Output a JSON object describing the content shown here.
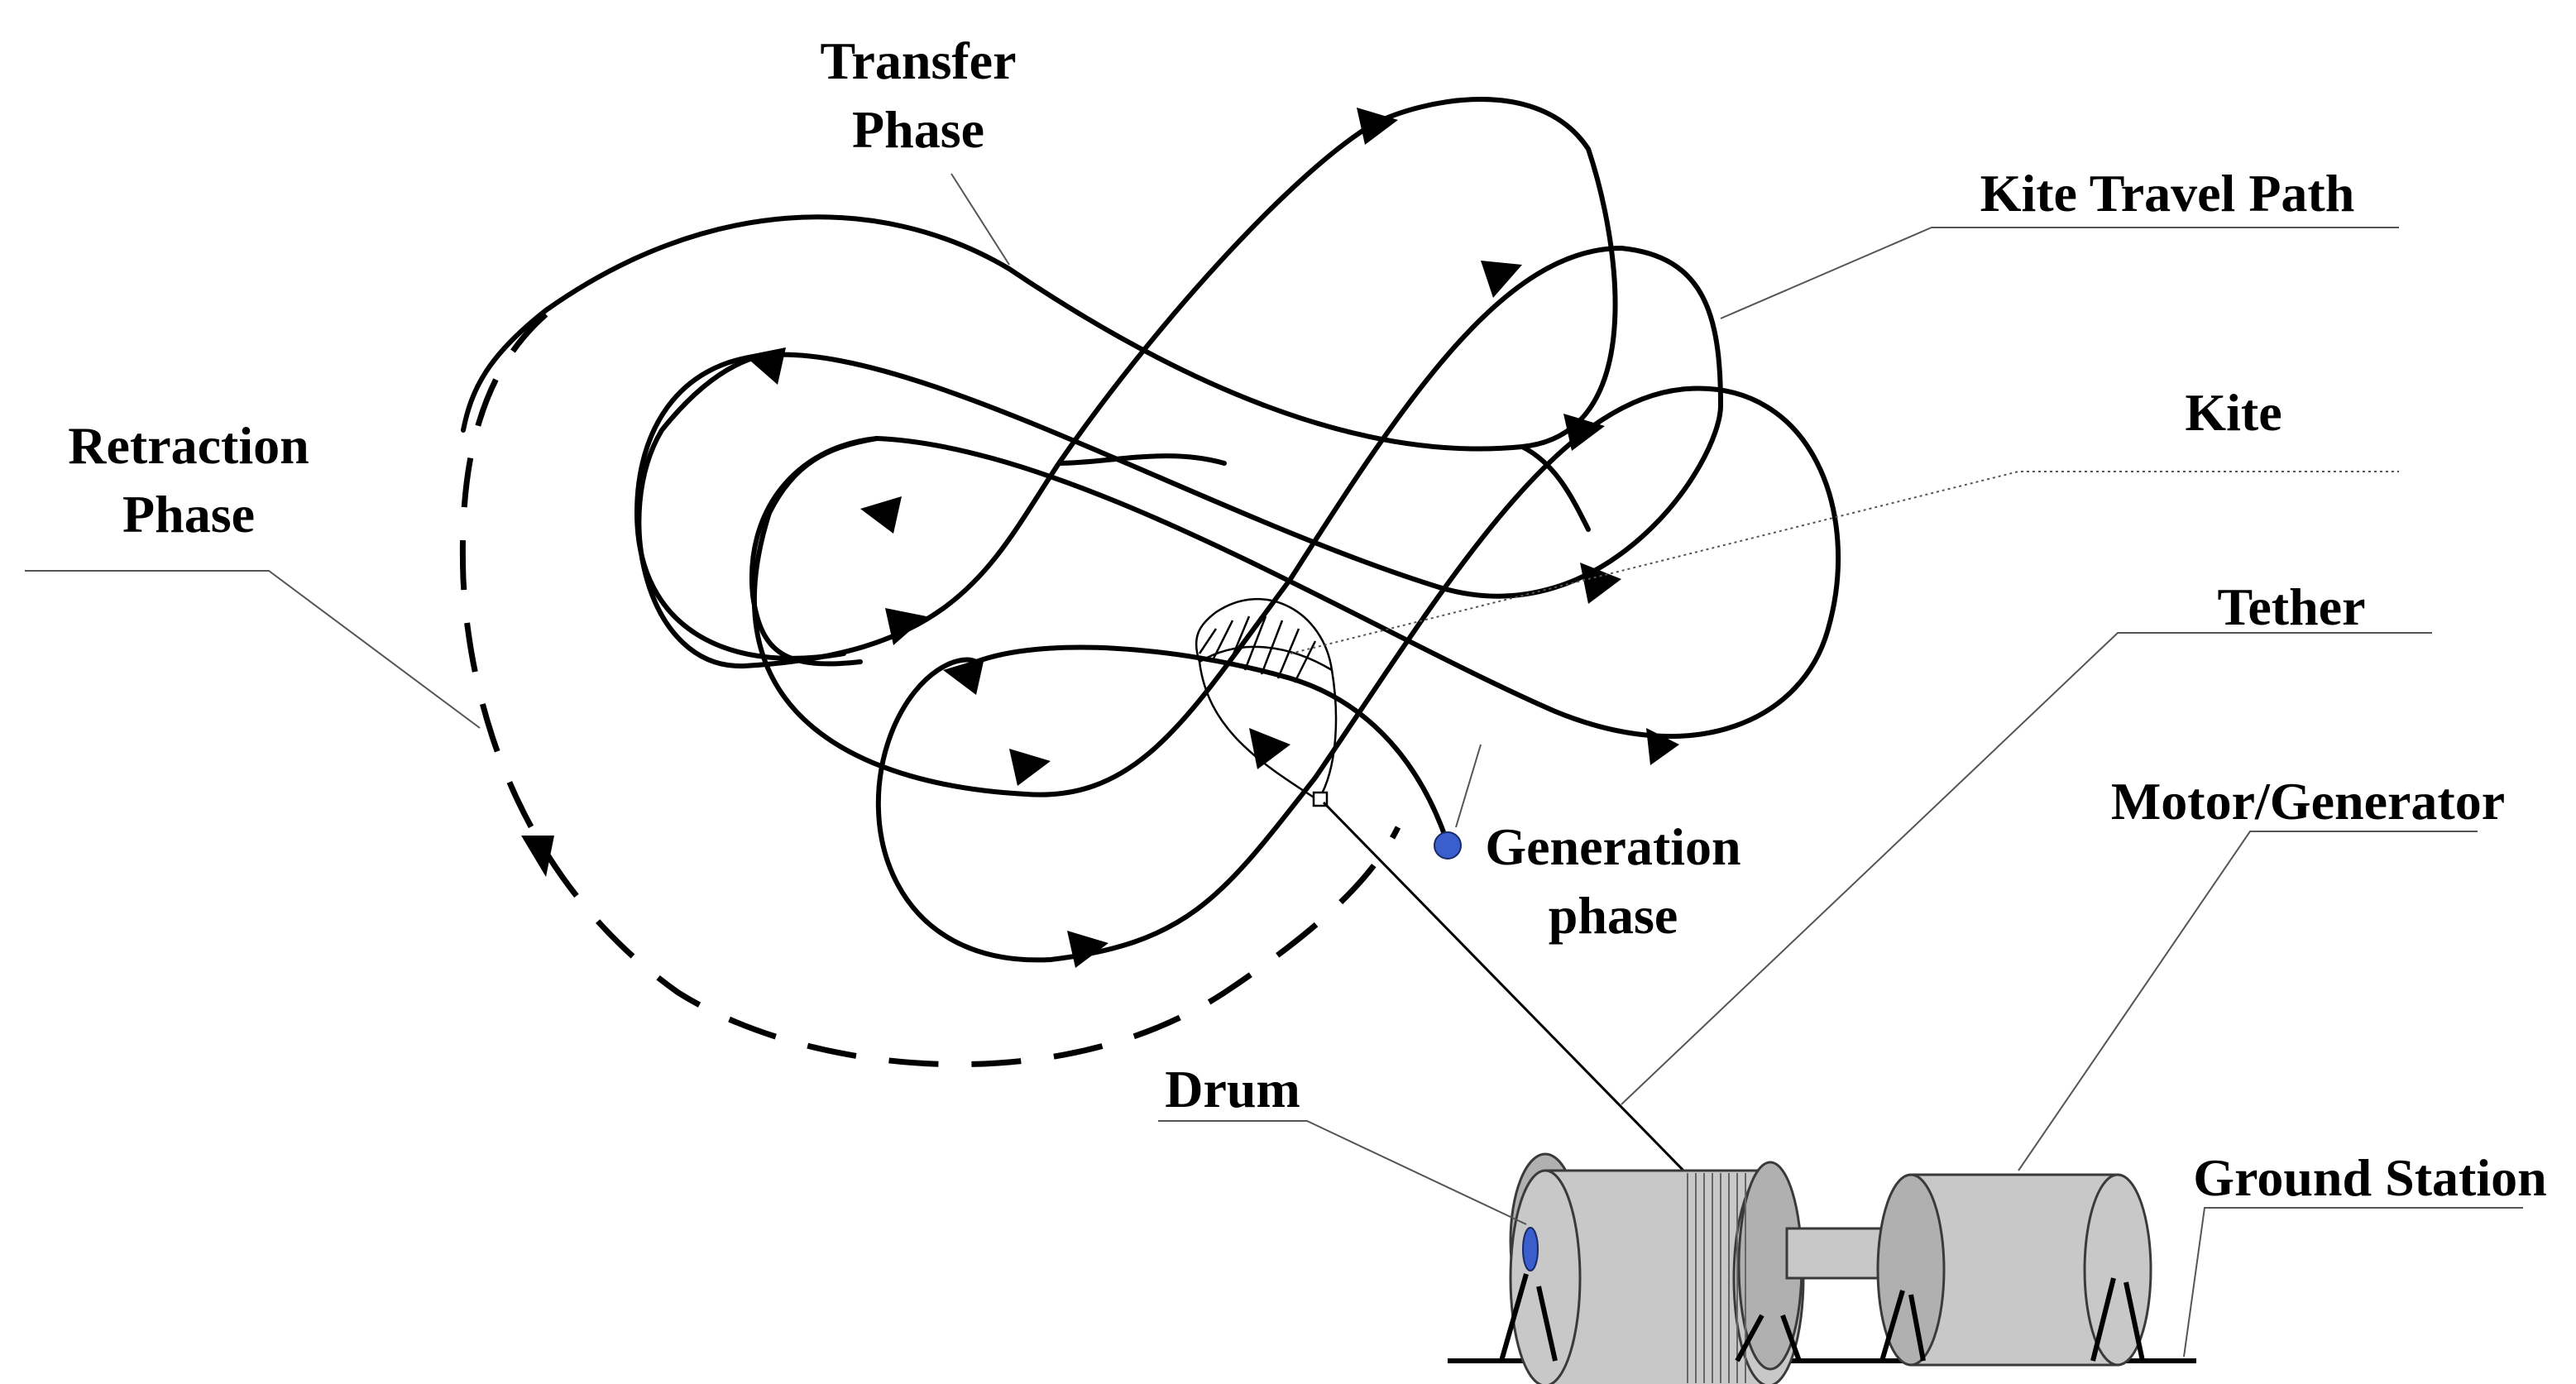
{
  "labels": {
    "transfer_phase_line1": "Transfer",
    "transfer_phase_line2": "Phase",
    "retraction_phase_line1": "Retraction",
    "retraction_phase_line2": "Phase",
    "kite_travel_path": "Kite Travel Path",
    "kite": "Kite",
    "tether": "Tether",
    "motor_generator": "Motor/Generator",
    "generation_phase_line1": "Generation",
    "generation_phase_line2": "phase",
    "drum": "Drum",
    "ground_station": "Ground Station"
  },
  "colors": {
    "line": "#000000",
    "leader": "#555555",
    "machine_fill": "#c8c8c8",
    "marker_blue": "#3a5fcd",
    "background": "#ffffff"
  }
}
